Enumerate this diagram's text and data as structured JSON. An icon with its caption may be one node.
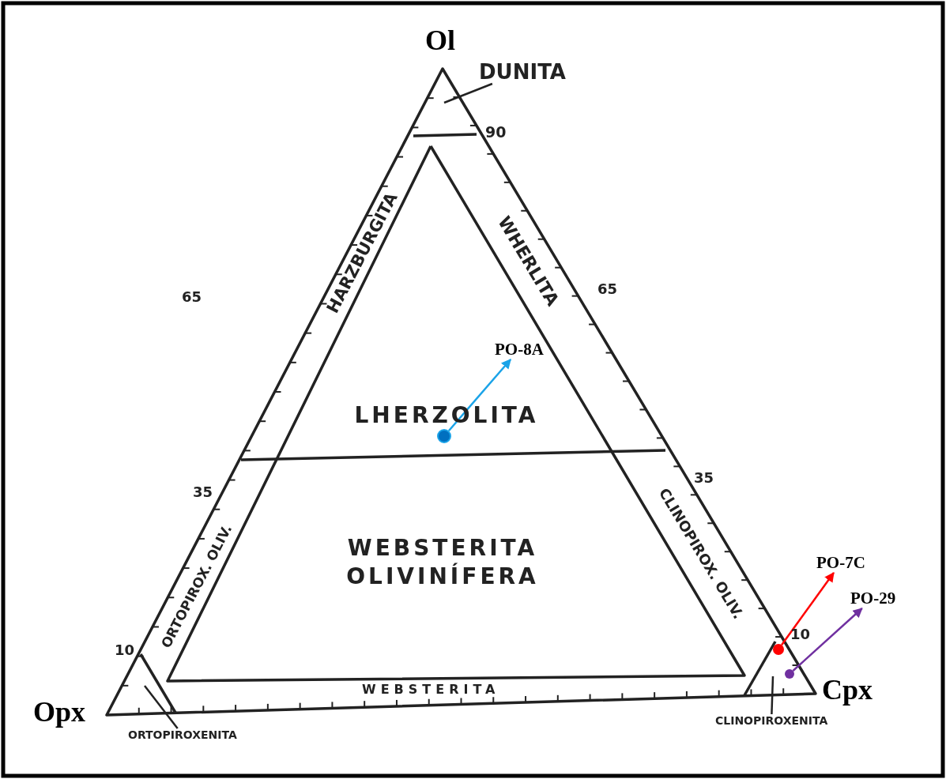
{
  "diagram": {
    "nodes": [
      {
        "text": [
          "DUNITA"
        ]
      },
      {
        "text": [
          "PO-8A"
        ]
      },
      {
        "text": [
          "PO-7C"
        ]
      },
      {
        "text": [
          "PO-29"
        ]
      },
      {
        "text": [
          "ORTOPIROXENITA"
        ]
      },
      {
        "text": [
          "CLINOPIROXENITA"
        ]
      },
      {
        "text": [],
        "shape": "circle"
      },
      {
        "text": [],
        "shape": "circle"
      },
      {
        "text": [],
        "shape": "circle"
      }
    ],
    "edges": [
      {
        "from": 0,
        "to": null,
        "arrow": "none"
      },
      {
        "from": 4,
        "to": null,
        "arrow": "none"
      },
      {
        "from": 5,
        "to": null,
        "arrow": "none"
      },
      {
        "from": 6,
        "to": 1,
        "arrow": "to",
        "color": "#1aa3e8"
      },
      {
        "from": 7,
        "to": 2,
        "arrow": "to",
        "color": "#ff0000"
      },
      {
        "from": 8,
        "to": 3,
        "arrow": "to",
        "color": "#7030a0"
      }
    ],
    "labels": [
      "Ol",
      "90",
      "HARZBURGITA",
      "WHERLITA",
      "65",
      "65",
      "LHERZOLITA",
      "35",
      "35",
      "ORTOPIROX. OLIV.",
      "CLINOPIROX. OLIV.",
      "WEBSTERITA OLIVINÍFERA",
      "10",
      "10",
      "WEBSTERITA",
      "Opx",
      "Cpx"
    ]
  }
}
